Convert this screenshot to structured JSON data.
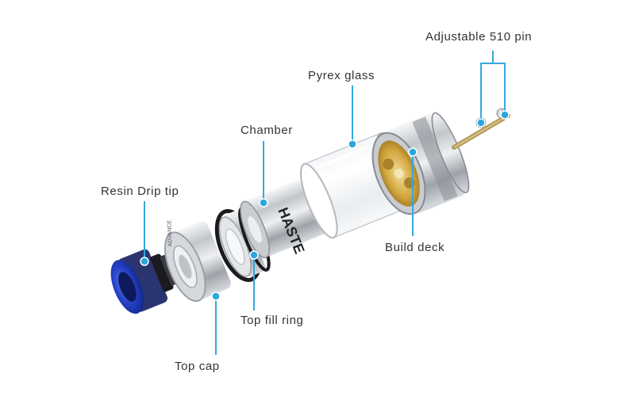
{
  "labels": {
    "adjustable_pin": "Adjustable  510 pin",
    "pyrex_glass": "Pyrex glass",
    "chamber": "Chamber",
    "resin_drip_tip": "Resin Drip tip",
    "build_deck": "Build deck",
    "top_fill_ring": "Top fill ring",
    "top_cap": "Top cap"
  },
  "engravings": {
    "chamber_text": "HASTE",
    "cap_text": "ADVANCE"
  },
  "colors": {
    "leader": "#35a8dd",
    "dot": "#2ba6de",
    "text": "#333333",
    "steel": "#c9ccd0",
    "resin": "#1f3fb8",
    "gold": "#d2a63c"
  }
}
